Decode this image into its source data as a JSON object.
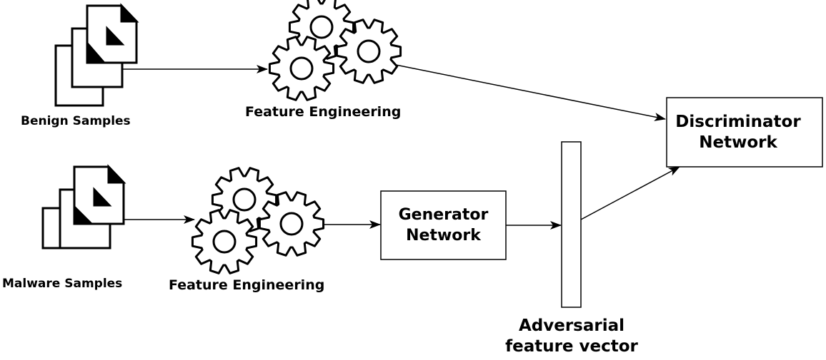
{
  "labels": {
    "benign_samples": "Benign Samples",
    "malware_samples": "Malware Samples",
    "feature_engineering_top": "Feature Engineering",
    "feature_engineering_bottom": "Feature Engineering",
    "generator_line1": "Generator",
    "generator_line2": "Network",
    "discriminator_line1": "Discriminator",
    "discriminator_line2": "Network",
    "adversarial_line1": "Adversarial",
    "adversarial_line2": "feature vector"
  },
  "icons": {
    "documents": "document-stack-icon",
    "gears": "gears-icon"
  },
  "colors": {
    "stroke": "#000000",
    "background": "#ffffff"
  }
}
